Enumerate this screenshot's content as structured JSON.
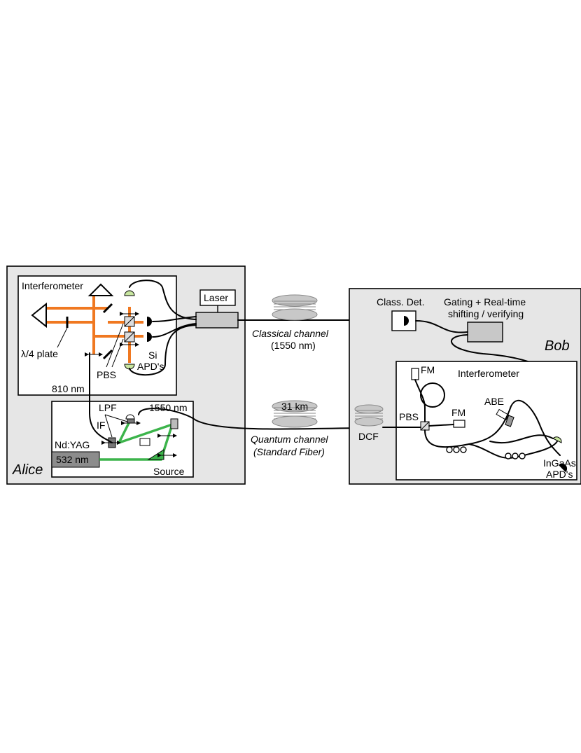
{
  "labels": {
    "alice": "Alice",
    "bob": "Bob",
    "alice_interferometer": "Interferometer",
    "bob_interferometer": "Interferometer",
    "quarter_wave": "λ/4 plate",
    "pbs_alice": "PBS",
    "si": "Si",
    "apds_si": "APD's",
    "wl_810": "810 nm",
    "wl_1550": "1550 nm",
    "lpf": "LPF",
    "if": "IF",
    "ndyag": "Nd:YAG",
    "wl_532": "532 nm",
    "source": "Source",
    "laser": "Laser",
    "classical_channel": "Classical channel",
    "classical_wl": "(1550 nm)",
    "fiber_31km": "31 km",
    "quantum_channel": "Quantum channel",
    "standard_fiber": "(Standard Fiber)",
    "dcf": "DCF",
    "class_det": "Class. Det.",
    "gating_1": "Gating + Real-time",
    "gating_2": "shifting / verifying",
    "fm_top": "FM",
    "fm_mid": "FM",
    "abe": "ABE",
    "pbs_bob": "PBS",
    "ingaas": "InGaAs",
    "apds_ingaas": "APD's"
  },
  "colors": {
    "panel": "#e6e6e6",
    "beam_810": "#f07820",
    "beam_532": "#3cb44b",
    "detector_green": "#c8e6a0",
    "device_gray": "#c8c8c8",
    "laser_gray": "#8c8c8c"
  }
}
